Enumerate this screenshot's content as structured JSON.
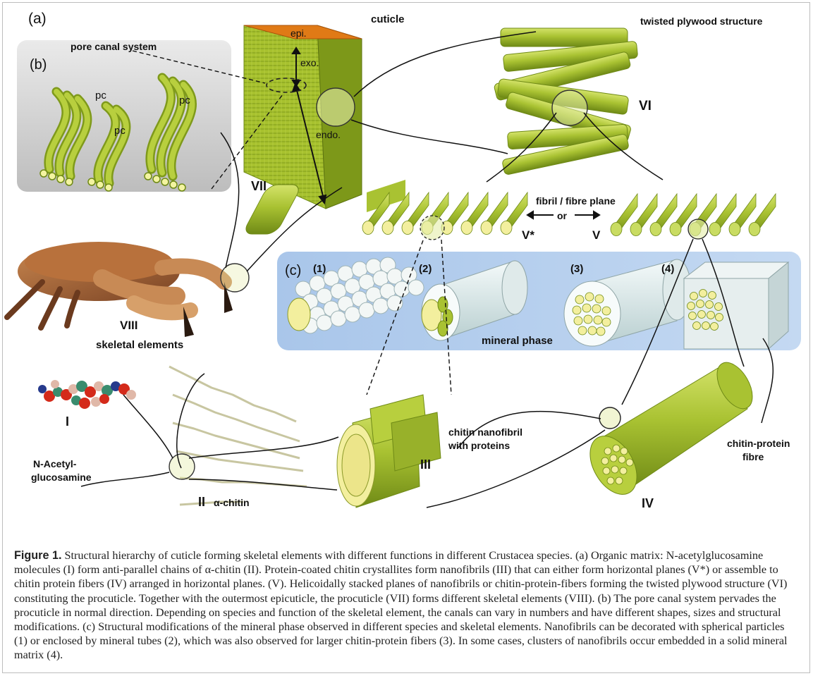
{
  "figure": {
    "panel_a": "(a)",
    "panel_b": "(b)",
    "panel_c": "(c)",
    "labels": {
      "cuticle": "cuticle",
      "epi": "epi.",
      "exo": "exo.",
      "endo": "endo.",
      "pore_canal_system": "pore canal system",
      "pc1": "pc",
      "pc2": "pc",
      "pc3": "pc",
      "twisted_plywood": "twisted plywood structure",
      "VI": "VI",
      "VII": "VII",
      "fibril_plane": "fibril / fibre plane",
      "or": "or",
      "Vstar": "V*",
      "V": "V",
      "VIII": "VIII",
      "skeletal_elements": "skeletal elements",
      "c1": "(1)",
      "c2": "(2)",
      "c3": "(3)",
      "c4": "(4)",
      "mineral_phase": "mineral phase",
      "I": "I",
      "nag1": "N-Acetyl-",
      "nag2": "glucosamine",
      "II": "II",
      "alpha_chitin": "α-chitin",
      "nanofibril1": "chitin nanofibril",
      "nanofibril2": "with proteins",
      "III": "III",
      "fibre1": "chitin-protein",
      "fibre2": "fibre",
      "IV": "IV"
    }
  },
  "caption": {
    "label": "Figure 1.",
    "text": " Structural hierarchy of cuticle forming skeletal elements with different functions in different Crustacea species. (a) Organic matrix: N-acetylglucosamine molecules (I) form anti-parallel chains of α-chitin (II). Protein-coated chitin crystallites form nanofibrils (III) that can either form horizontal planes (V*) or assemble to chitin protein fibers (IV) arranged in horizontal planes. (V). Helicoidally stacked planes of nanofibrils or chitin-protein-fibers forming the twisted plywood structure (VI) constituting the procuticle. Together with the outermost epicuticle, the procuticle (VII) forms different skeletal elements (VIII). (b) The pore canal system pervades the procuticle in normal direction. Depending on species and function of the skeletal element, the canals can vary in numbers and have different shapes, sizes and structural modifications. (c) Structural modifications of the mineral phase observed in different species and skeletal elements. Nanofibrils can be decorated with spherical particles (1) or enclosed by mineral tubes (2), which was also observed for larger chitin-protein fibers (3). In some cases, clusters of nanofibrils occur embedded in a solid mineral matrix (4)."
  }
}
